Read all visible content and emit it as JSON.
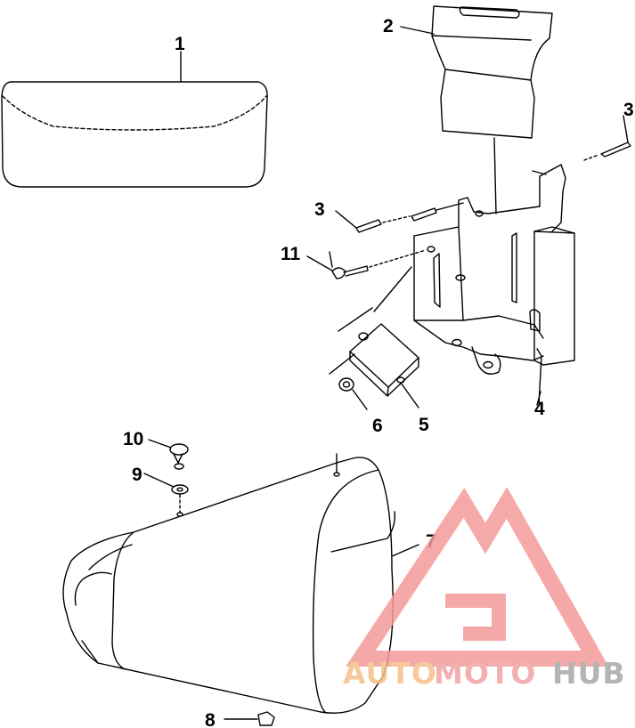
{
  "diagram": {
    "callouts": {
      "c1": "1",
      "c2": "2",
      "c3a": "3",
      "c3b": "3",
      "c4": "4",
      "c5": "5",
      "c6": "6",
      "c7": "7",
      "c8": "8",
      "c9": "9",
      "c10": "10",
      "c11": "11"
    }
  },
  "watermark": {
    "part1": "AUTO",
    "part2": "MOTO",
    "part3": "HUB",
    "colors": {
      "auto": "#f5c089",
      "moto": "#f2a3a3",
      "hub": "#a8a8a8",
      "logo": "#f49a9a"
    }
  }
}
